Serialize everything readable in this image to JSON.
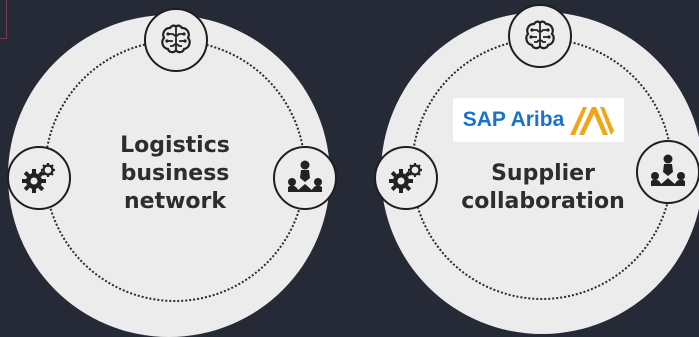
{
  "cards": [
    {
      "label": "Logistics business network",
      "label_lines": [
        "Logistics",
        "business",
        "network"
      ]
    },
    {
      "label": "Supplier collaboration",
      "label_lines": [
        "Supplier",
        "collaboration"
      ]
    }
  ],
  "logo": {
    "text": "SAP Ariba"
  },
  "icons": {
    "top": "ai-brain-icon",
    "left": "gears-icon",
    "right": "team-collaboration-icon"
  },
  "colors": {
    "background": "#262a37",
    "disc": "#ececec",
    "text": "#2d2d2d",
    "logo_blue": "#1a73c9",
    "logo_orange": "#f0a518"
  }
}
